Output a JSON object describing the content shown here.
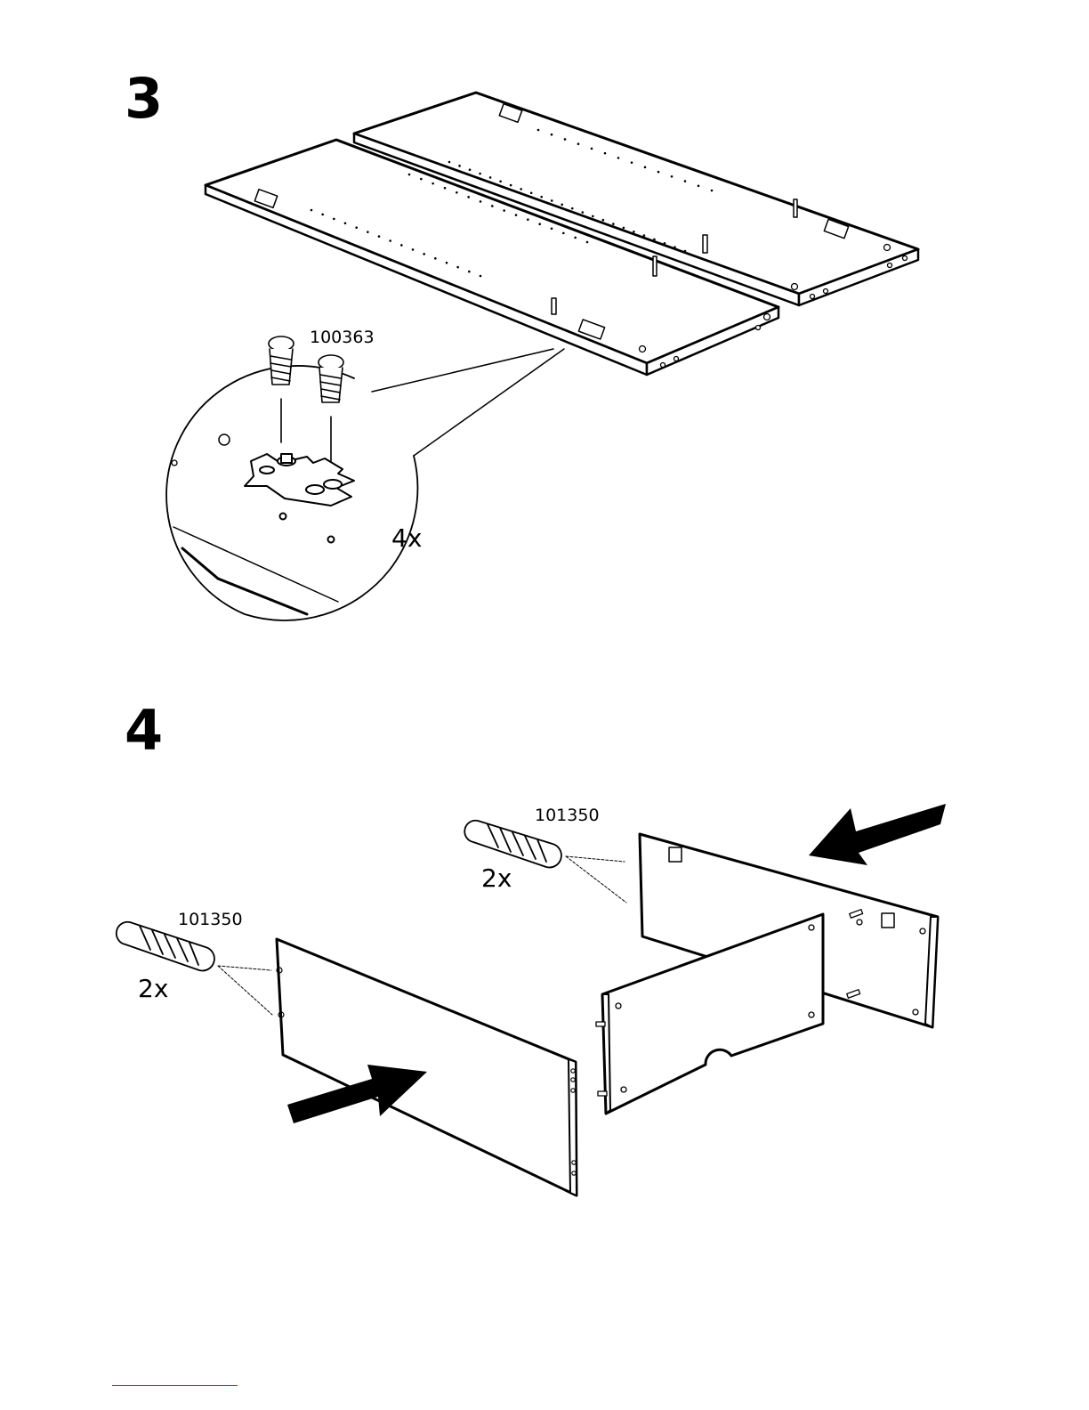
{
  "steps": [
    {
      "number": "3",
      "part_number": "100363",
      "quantity": "4x"
    },
    {
      "number": "4",
      "dowel_part_number_right": "101350",
      "dowel_qty_right": "2x",
      "dowel_part_number_left": "101350",
      "dowel_qty_left": "2x"
    }
  ],
  "icons": [
    "screw-icon",
    "mounting-plate-icon",
    "dowel-icon",
    "arrow-icon"
  ]
}
